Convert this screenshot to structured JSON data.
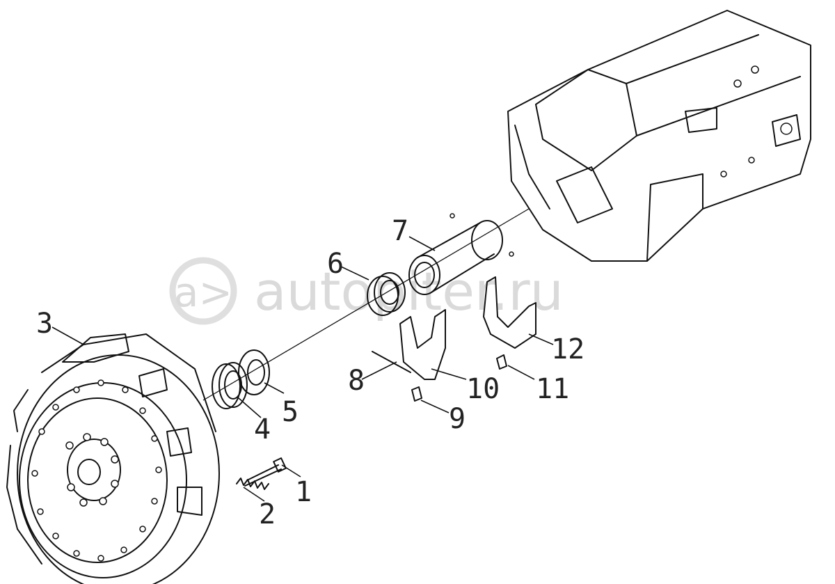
{
  "watermark": {
    "text": "autopiter.ru",
    "logo": "a>"
  },
  "callouts": [
    "1",
    "2",
    "3",
    "4",
    "5",
    "6",
    "7",
    "8",
    "9",
    "10",
    "11",
    "12"
  ]
}
